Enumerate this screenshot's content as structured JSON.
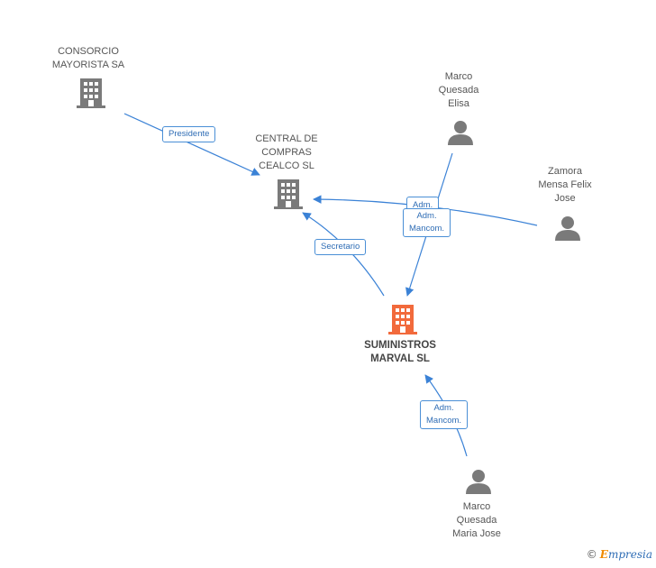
{
  "nodes": {
    "consorcio": {
      "label": "CONSORCIO\nMAYORISTA SA",
      "type": "company"
    },
    "cealco": {
      "label": "CENTRAL DE\nCOMPRAS\nCEALCO SL",
      "type": "company"
    },
    "suministros": {
      "label": "SUMINISTROS\nMARVAL SL",
      "type": "company-main"
    },
    "marco_elisa": {
      "label": "Marco\nQuesada\nElisa",
      "type": "person"
    },
    "zamora": {
      "label": "Zamora\nMensa Felix\nJose",
      "type": "person"
    },
    "marco_maria": {
      "label": "Marco\nQuesada\nMaria Jose",
      "type": "person"
    }
  },
  "edges": {
    "presidente": "Presidente",
    "secretario": "Secretario",
    "adm_zamora": "Adm.",
    "adm_mancom_elisa": "Adm.\nMancom.",
    "adm_mancom_maria": "Adm.\nMancom."
  },
  "colors": {
    "edge": "#3b82d6",
    "company_icon": "#7a7a7a",
    "main_icon": "#f26a3c",
    "person_icon": "#7a7a7a"
  },
  "footer": {
    "copyright": "©",
    "brand_first": "E",
    "brand_rest": "mpresia"
  }
}
